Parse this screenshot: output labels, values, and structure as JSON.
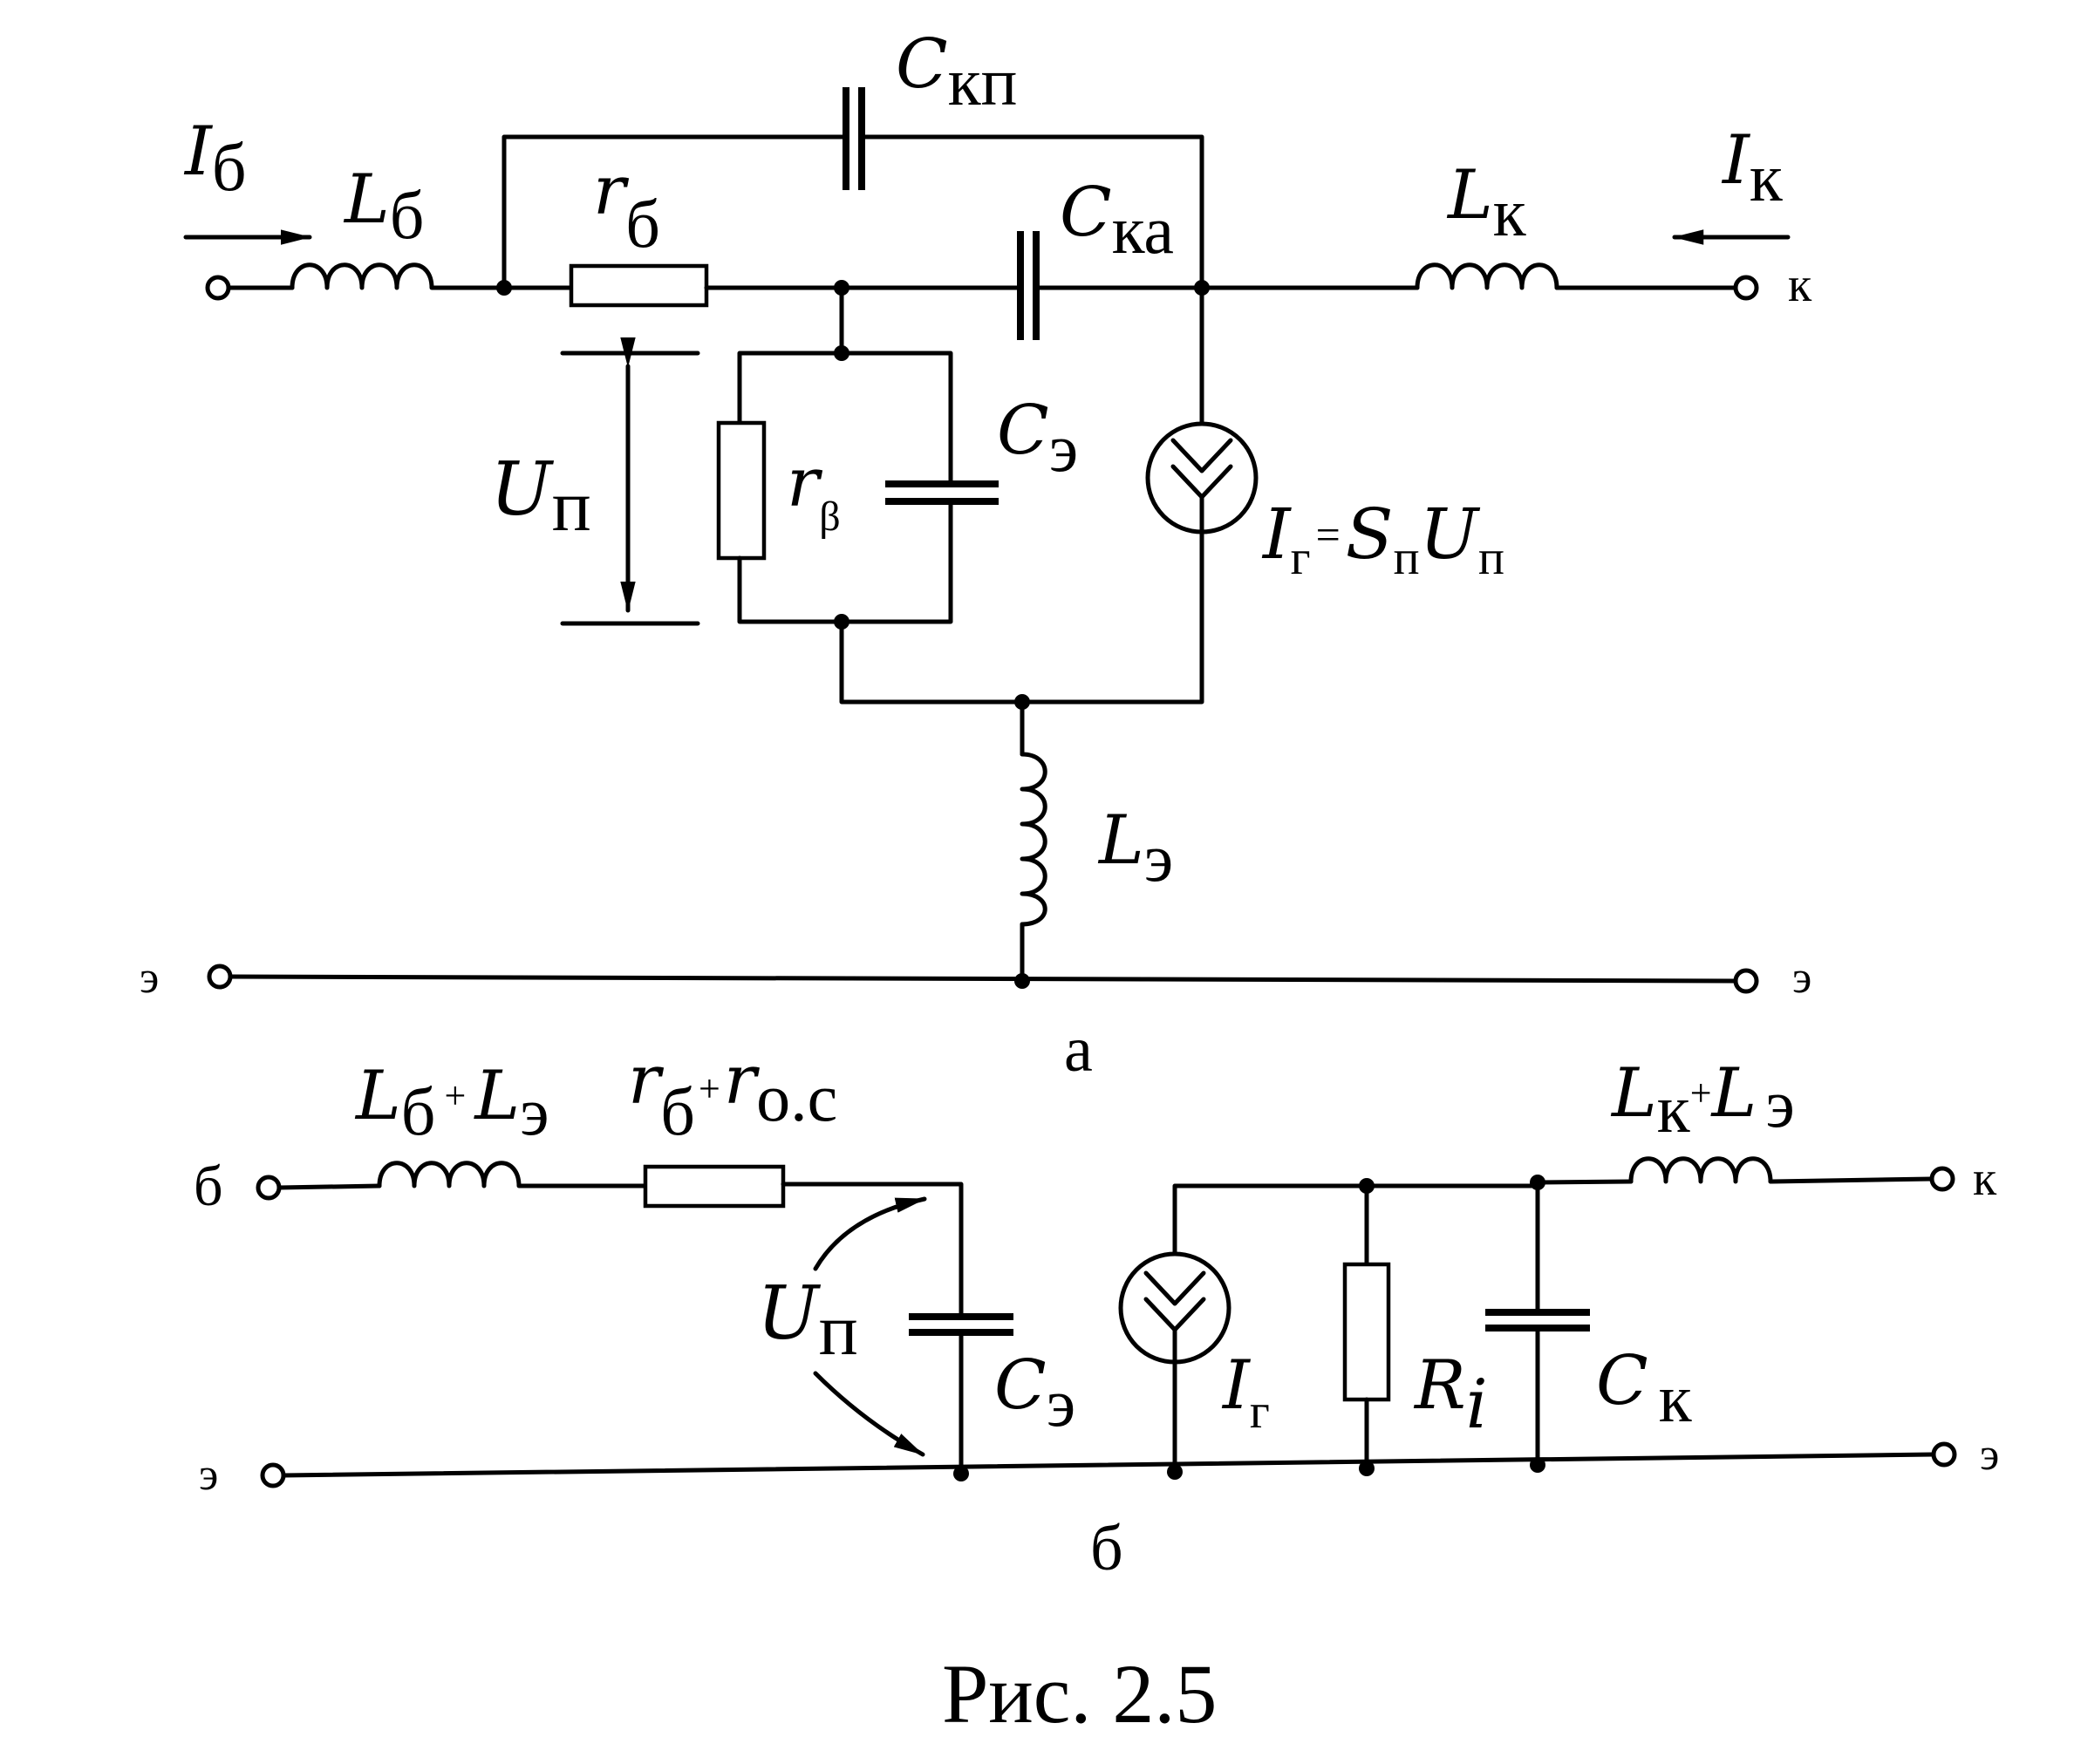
{
  "figure": {
    "caption": "Рис. 2.5",
    "part_a_letter": "а",
    "part_b_letter": "б"
  },
  "circuit_a": {
    "i_base": {
      "sym": "I",
      "sub": "б"
    },
    "l_base": {
      "sym": "L",
      "sub": "б"
    },
    "r_base": {
      "sym": "r",
      "sub": "б"
    },
    "c_kp": {
      "sym": "C",
      "sub": "кп"
    },
    "c_ka": {
      "sym": "C",
      "sub": "ка"
    },
    "l_coll": {
      "sym": "L",
      "sub": "к"
    },
    "i_coll": {
      "sym": "I",
      "sub": "к"
    },
    "terminal_k": "к",
    "u_p": {
      "sym": "U",
      "sub": "п"
    },
    "r_beta": {
      "sym": "r",
      "sub": "β"
    },
    "c_e": {
      "sym": "C",
      "sub": "э"
    },
    "i_gen_eq": {
      "sym1": "I",
      "sub1": "г",
      "eq": "=",
      "sym2": "S",
      "sub2": "п",
      "sym3": "U",
      "sub3": "п"
    },
    "l_e": {
      "sym": "L",
      "sub": "э"
    },
    "terminal_e_left": "э",
    "terminal_e_right": "э"
  },
  "circuit_b": {
    "terminal_b": "б",
    "terminal_e_left": "э",
    "terminal_k": "к",
    "terminal_e_right": "э",
    "l_sum": {
      "sym1": "L",
      "sub1": "б",
      "plus": "+",
      "sym2": "L",
      "sub2": "э"
    },
    "r_sum": {
      "sym1": "r",
      "sub1": "б",
      "plus": "+",
      "sym2": "r",
      "sub2": "о.с"
    },
    "u_p": {
      "sym": "U",
      "sub": "п"
    },
    "c_e": {
      "sym": "C",
      "sub": "э"
    },
    "i_gen": {
      "sym": "I",
      "sub": "г"
    },
    "r_i": {
      "sym": "R",
      "sub": "i"
    },
    "c_k": {
      "sym": "C",
      "sub": "к"
    },
    "l_k_sum": {
      "sym1": "L",
      "sub1": "к",
      "plus": "+",
      "sym2": "L",
      "sub2": "э"
    }
  }
}
